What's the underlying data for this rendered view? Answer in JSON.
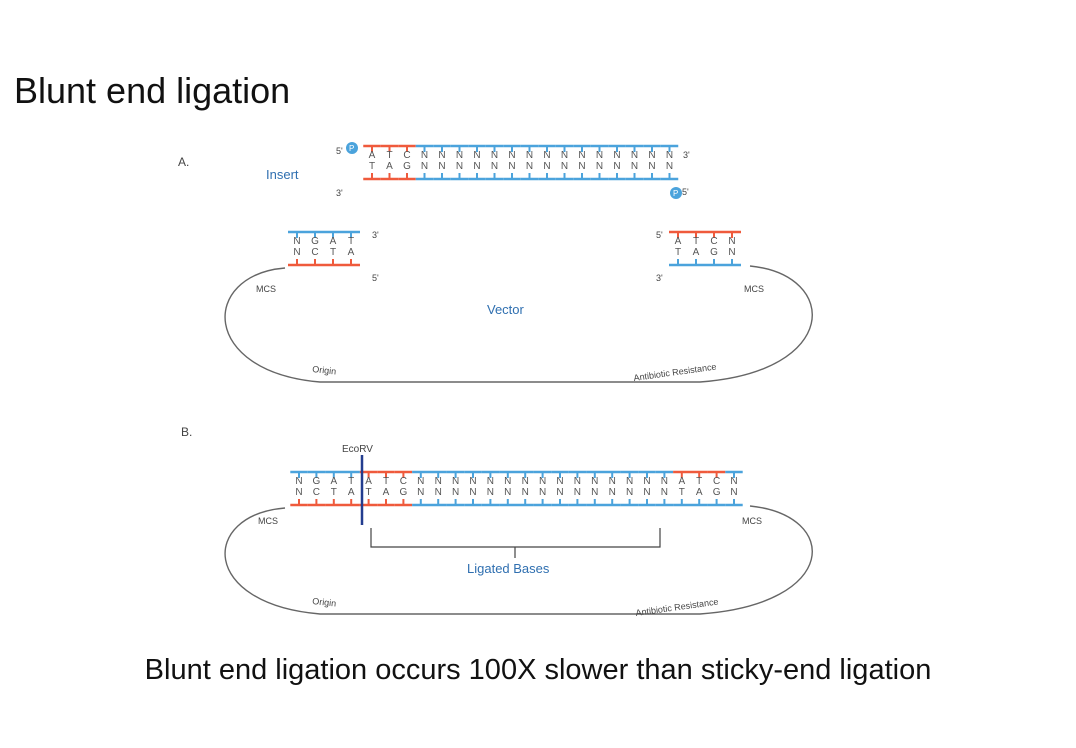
{
  "heading": "Blunt end ligation",
  "caption": "Blunt end ligation occurs 100X slower than sticky-end ligation",
  "colors": {
    "top_strand": "#4ba3dc",
    "bottom_strand": "#ef5a3c",
    "label": "#2f6fb0",
    "text": "#444444",
    "cut": "#233d8f",
    "circle": "#666666"
  },
  "panel_a": {
    "label": "A.",
    "insert_label": "Insert",
    "insert_top_prime_left": "5'",
    "insert_top_prime_right": "3'",
    "insert_bottom_prime_left": "3'",
    "insert_bottom_prime_right": "5'",
    "phosphate": "P",
    "insert_top_seq": [
      "A",
      "T",
      "C",
      "N",
      "N",
      "N",
      "N",
      "N",
      "N",
      "N",
      "N",
      "N",
      "N",
      "N",
      "N",
      "N",
      "N",
      "N"
    ],
    "insert_bottom_seq": [
      "T",
      "A",
      "G",
      "N",
      "N",
      "N",
      "N",
      "N",
      "N",
      "N",
      "N",
      "N",
      "N",
      "N",
      "N",
      "N",
      "N",
      "N"
    ],
    "left_end_top": [
      "N",
      "G",
      "A",
      "T"
    ],
    "left_end_bottom": [
      "N",
      "C",
      "T",
      "A"
    ],
    "left_end_prime_top": "3'",
    "left_end_prime_bottom": "5'",
    "right_end_top": [
      "A",
      "T",
      "C",
      "N"
    ],
    "right_end_bottom": [
      "T",
      "A",
      "G",
      "N"
    ],
    "right_end_prime_top": "5'",
    "right_end_prime_bottom": "3'",
    "vector_label": "Vector",
    "mcs_left": "MCS",
    "mcs_right": "MCS",
    "origin": "Origin",
    "resistance": "Antibiotic Resistance"
  },
  "panel_b": {
    "label": "B.",
    "site_label": "EcoRV",
    "top_seq": [
      "N",
      "G",
      "A",
      "T",
      "A",
      "T",
      "C",
      "N",
      "N",
      "N",
      "N",
      "N",
      "N",
      "N",
      "N",
      "N",
      "N",
      "N",
      "N",
      "N",
      "N",
      "N",
      "A",
      "T",
      "C",
      "N"
    ],
    "bottom_seq": [
      "N",
      "C",
      "T",
      "A",
      "T",
      "A",
      "G",
      "N",
      "N",
      "N",
      "N",
      "N",
      "N",
      "N",
      "N",
      "N",
      "N",
      "N",
      "N",
      "N",
      "N",
      "N",
      "T",
      "A",
      "G",
      "N"
    ],
    "ligated_label": "Ligated Bases",
    "mcs_left": "MCS",
    "mcs_right": "MCS",
    "origin": "Origin",
    "resistance": "Antibiotic Resistance"
  }
}
